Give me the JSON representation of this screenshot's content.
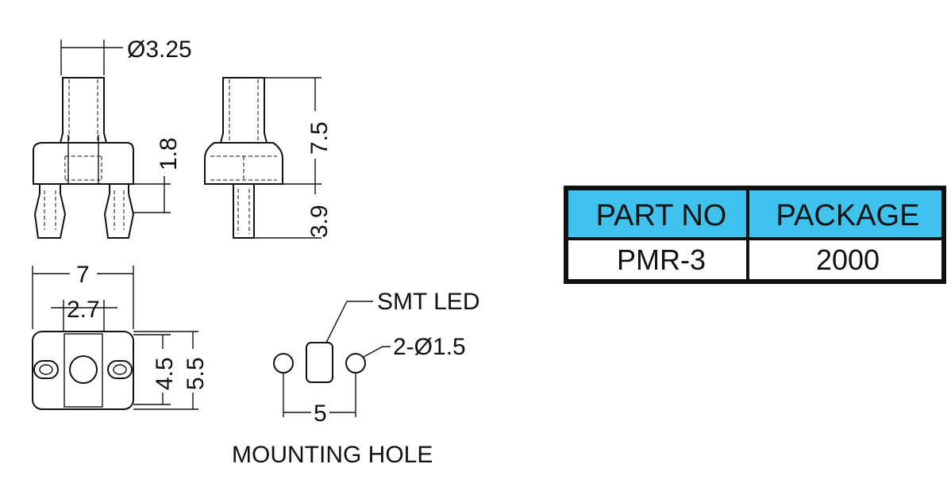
{
  "dimensions": {
    "dia_top": "Ø3.25",
    "d_1_8": "1.8",
    "d_7_5": "7.5",
    "d_3_9": "3.9",
    "d_7": "7",
    "d_2_7": "2.7",
    "d_4_5": "4.5",
    "d_5_5": "5.5",
    "d_5": "5"
  },
  "labels": {
    "smt_led": "SMT LED",
    "holes": "2-Ø1.5",
    "mounting_hole": "MOUNTING  HOLE"
  },
  "table": {
    "header_color": "#3FC3EE",
    "headers": [
      "PART NO",
      "PACKAGE"
    ],
    "rows": [
      [
        "PMR-3",
        "2000"
      ]
    ]
  }
}
